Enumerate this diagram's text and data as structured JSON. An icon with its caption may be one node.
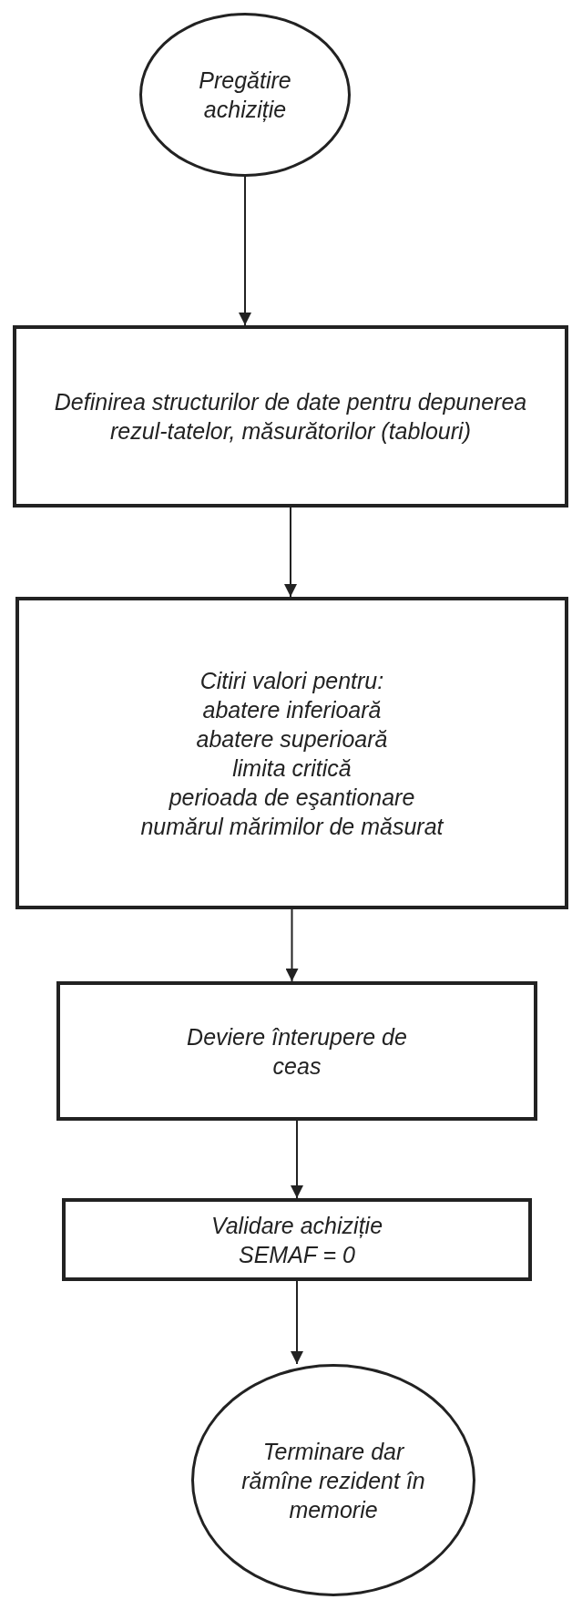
{
  "diagram": {
    "nodes": [
      {
        "text": [
          "Pregătire achiziție"
        ]
      },
      {
        "text": [
          "Definirea structurilor de date pentru depunerea rezul-tatelor, măsurătorilor (tablouri)"
        ]
      },
      {
        "text": [
          "Citiri valori pentru:",
          "abatere inferioară",
          "abatere superioară",
          "limita critică",
          "perioada de eşantionare",
          "numărul mărimilor de măsurat"
        ]
      },
      {
        "text": [
          "Deviere înterupere de ceas"
        ]
      },
      {
        "text": [
          "Validare achiziție",
          "SEMAF = 0"
        ]
      },
      {
        "text": [
          "Terminare dar rămîne rezident în memorie"
        ]
      }
    ],
    "edges": [
      {
        "from": 0,
        "to": 1,
        "arrow": "to"
      },
      {
        "from": 1,
        "to": 2,
        "arrow": "to"
      },
      {
        "from": 2,
        "to": 3,
        "arrow": "to"
      },
      {
        "from": 3,
        "to": 4,
        "arrow": "to"
      },
      {
        "from": 4,
        "to": 5,
        "arrow": "to"
      }
    ]
  }
}
